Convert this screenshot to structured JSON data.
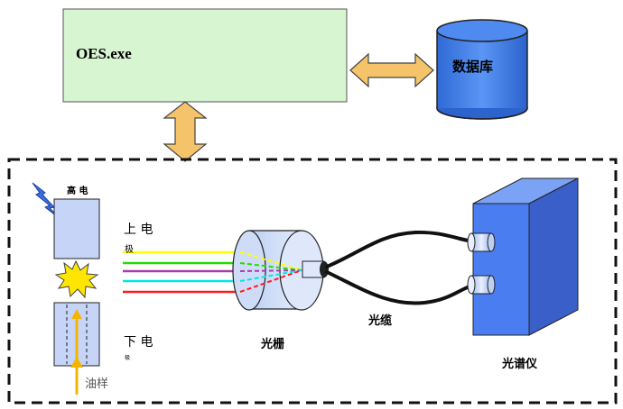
{
  "app": {
    "label": "OES.exe"
  },
  "database": {
    "label": "数据库"
  },
  "electrodes": {
    "high_voltage": "高 电",
    "upper": "上  电",
    "upper_sub": "极",
    "lower": "下  电",
    "lower_sub": "极"
  },
  "sample": {
    "label": "油样"
  },
  "grating": {
    "label": "光栅"
  },
  "cable": {
    "label": "光缆"
  },
  "spectrometer": {
    "label": "光谱仪"
  },
  "colors": {
    "app_fill": "#d7f5d0",
    "db_fill": "#3f7fe6",
    "arrow_fill": "#f5c46a",
    "electrode_fill": "#c5d4f7",
    "spark_fill": "#ffe600",
    "lightning": "#3a6fe0",
    "sample_arrow": "#f5b400",
    "spectrometer_front": "#4a7ef0",
    "beam_colors": [
      "#ffff00",
      "#22dd00",
      "#aa3aa8",
      "#00e6e6",
      "#ff1a1a"
    ]
  }
}
